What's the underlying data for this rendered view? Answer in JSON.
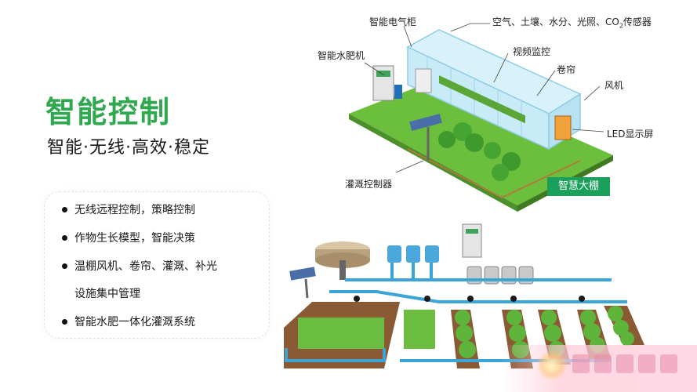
{
  "title": "智能控制",
  "subtitle": "智能·无线·高效·稳定",
  "features": [
    {
      "text": "无线远程控制，策略控制",
      "bullet": true
    },
    {
      "text": "作物生长模型，智能决策",
      "bullet": true
    },
    {
      "text": "温棚风机、卷帘、灌溉、补光",
      "bullet": true
    },
    {
      "text": "设施集中管理",
      "bullet": false
    },
    {
      "text": "智能水肥一体化灌溉系统",
      "bullet": true
    }
  ],
  "callouts": {
    "cabinet": "智能电气柜",
    "sensors_a": "空气、土壤、水分、光照、CO",
    "sensors_sub": "2",
    "sensors_b": "传感器",
    "fertilizer": "智能水肥机",
    "video": "视频监控",
    "curtain": "卷帘",
    "fan": "风机",
    "led": "LED显示屏",
    "irrigation": "灌溉控制器"
  },
  "badge": "智慧大棚",
  "colors": {
    "accent": "#2fa84f",
    "badge": "#1aa05a",
    "ground": "#6cbf3c",
    "pipe": "#3aa5d6"
  }
}
